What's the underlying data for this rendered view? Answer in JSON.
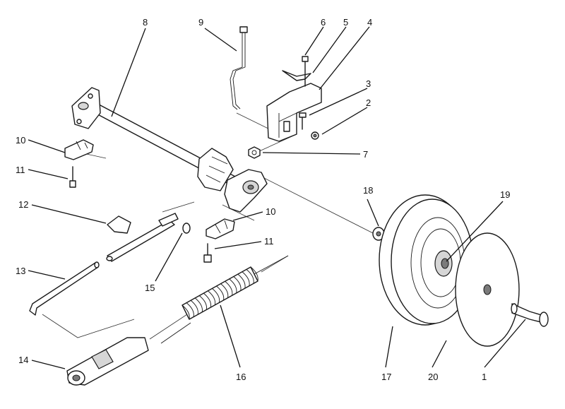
{
  "callouts": {
    "c1": "1",
    "c2": "2",
    "c3": "3",
    "c4": "4",
    "c5": "5",
    "c6": "6",
    "c7": "7",
    "c8": "8",
    "c9": "9",
    "c10a": "10",
    "c10b": "10",
    "c11a": "11",
    "c11b": "11",
    "c12": "12",
    "c13": "13",
    "c14": "14",
    "c15": "15",
    "c16": "16",
    "c17": "17",
    "c18": "18",
    "c19": "19",
    "c20": "20"
  }
}
